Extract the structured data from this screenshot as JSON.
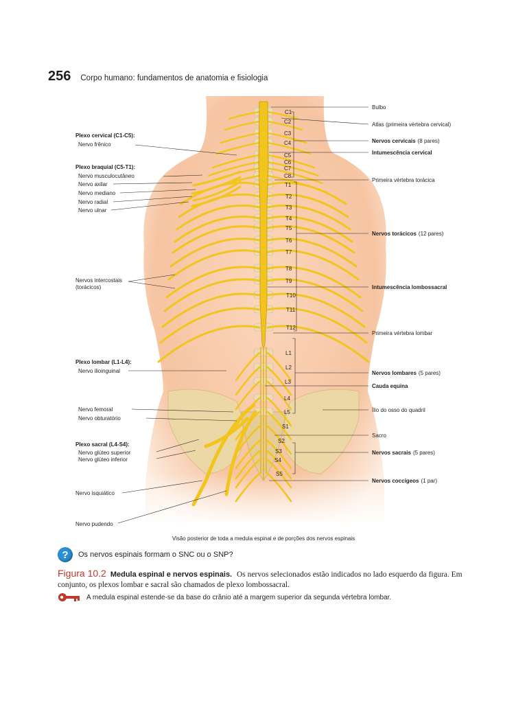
{
  "header": {
    "page_number": "256",
    "running_title": "Corpo humano: fundamentos de anatomia e fisiologia"
  },
  "figure": {
    "left_labels": {
      "plexo_cervical": "Plexo cervical (C1-C5):",
      "nervo_frenico": "Nervo frênico",
      "plexo_braquial": "Plexo braquial (C5-T1):",
      "musculocutaneo": "Nervo musculocutâneo",
      "axilar": "Nervo axilar",
      "mediano": "Nervo mediano",
      "radial": "Nervo radial",
      "ulnar": "Nervo ulnar",
      "intercostais_1": "Nervos intercostais",
      "intercostais_2": "(torácicos)",
      "plexo_lombar": "Plexo lombar (L1-L4):",
      "ilioinguinal": "Nervo ilioinguinal",
      "femoral": "Nervo femoral",
      "obturatorio": "Nervo obturatório",
      "plexo_sacral": "Plexo sacral (L4-S4):",
      "gluteo_superior": "Nervo glúteo superior",
      "gluteo_inferior": "Nervo glúteo inferior",
      "isquiatico": "Nervo isquiático",
      "pudendo": "Nervo pudendo"
    },
    "right_labels": {
      "bulbo": "Bulbo",
      "atlas": "Atlas (primeira vértebra cervical)",
      "nervos_cervicais": "Nervos cervicais",
      "nervos_cervicais_count": "(8 pares)",
      "intumescencia_cervical": "Intumescência cervical",
      "primeira_toracica": "Primeira vértebra torácica",
      "nervos_toracicos": "Nervos torácicos",
      "nervos_toracicos_count": "(12 pares)",
      "intumescencia_lombossacral": "Intumescência lombossacral",
      "primeira_lombar": "Primeira vértebra lombar",
      "nervos_lombares": "Nervos lombares",
      "nervos_lombares_count": "(5 pares)",
      "cauda_equina": "Cauda equina",
      "ilio": "Ílio do osso do quadril",
      "sacro": "Sacro",
      "nervos_sacrais": "Nervos sacrais",
      "nervos_sacrais_count": "(5 pares)",
      "nervos_coccigeos": "Nervos coccígeos",
      "nervos_coccigeos_count": "(1 par)"
    },
    "segments": [
      "C1",
      "C2",
      "C3",
      "C4",
      "C5",
      "C6",
      "C7",
      "C8",
      "T1",
      "T2",
      "T3",
      "T4",
      "T5",
      "T6",
      "T7",
      "T8",
      "T9",
      "T10",
      "T11",
      "T12",
      "L1",
      "L2",
      "L3",
      "L4",
      "L5",
      "S1",
      "S2",
      "S3",
      "S4",
      "S5"
    ],
    "view_caption": "Visão posterior de toda a medula espinal e de porções dos nervos espinais"
  },
  "question": "Os nervos espinais formam o SNC ou o SNP?",
  "caption": {
    "number": "Figura 10.2",
    "title": "Medula espinal e nervos espinais.",
    "text": "Os nervos selecionados estão indicados no lado esquerdo da figura. Em conjunto, os plexos lombar e sacral são chamados de plexo lombossacral."
  },
  "key_point": "A medula espinal estende-se da base do crânio até a margem superior da segunda vértebra lombar.",
  "colors": {
    "nerve": "#f2c41e",
    "skin": "#f7c9a8",
    "bone": "#ecd7a6",
    "accent": "#c0392b",
    "question": "#2a8fd4"
  }
}
